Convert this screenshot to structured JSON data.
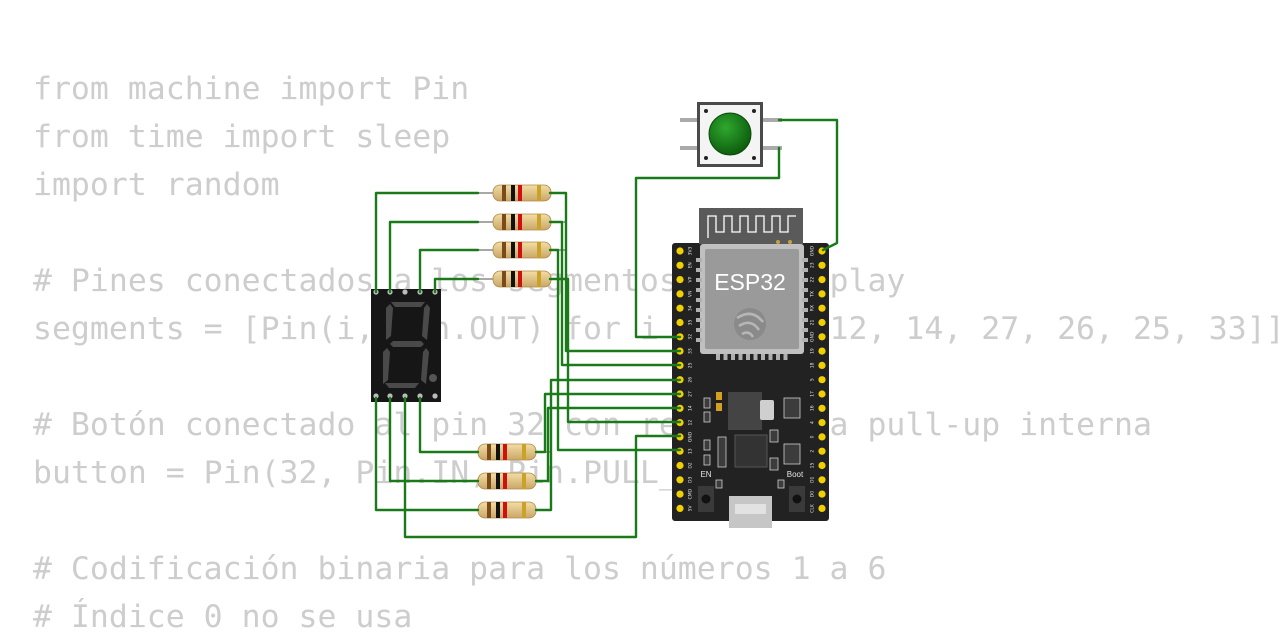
{
  "code": {
    "lines": [
      "from machine import Pin",
      "from time import sleep",
      "import random",
      "",
      "# Pines conectados a los segmentos del display",
      "segments = [Pin(i, Pin.OUT) for i in [13, 12, 14, 27, 26, 25, 33]]",
      "",
      "# Botón conectado al pin 32 con resistencia pull-up interna",
      "button = Pin(32, Pin.IN, Pin.PULL_UP)",
      "",
      "# Codificación binaria para los números 1 a 6",
      "# Índice 0 no se usa"
    ]
  },
  "circuit": {
    "board": {
      "label": "ESP32",
      "en_label": "EN",
      "boot_label": "Boot",
      "left_pins": [
        "3V3",
        "EN",
        "VP",
        "VN",
        "34",
        "35",
        "32",
        "33",
        "25",
        "26",
        "27",
        "14",
        "12",
        "GND",
        "13",
        "D2",
        "D3",
        "CMD",
        "5V"
      ],
      "right_pins": [
        "GND",
        "23",
        "22",
        "TX",
        "RX",
        "21",
        "GND",
        "19",
        "18",
        "5",
        "17",
        "16",
        "4",
        "0",
        "2",
        "15",
        "D1",
        "D0",
        "CLK"
      ]
    },
    "display": {
      "digit": "8"
    },
    "resistors": {
      "count": 7
    },
    "button": {
      "color": "#1a8a1a"
    },
    "colors": {
      "wire": "#1a7a1a",
      "board": "#222222",
      "pin": "#f0d000",
      "code": "#cdcdcd"
    }
  }
}
